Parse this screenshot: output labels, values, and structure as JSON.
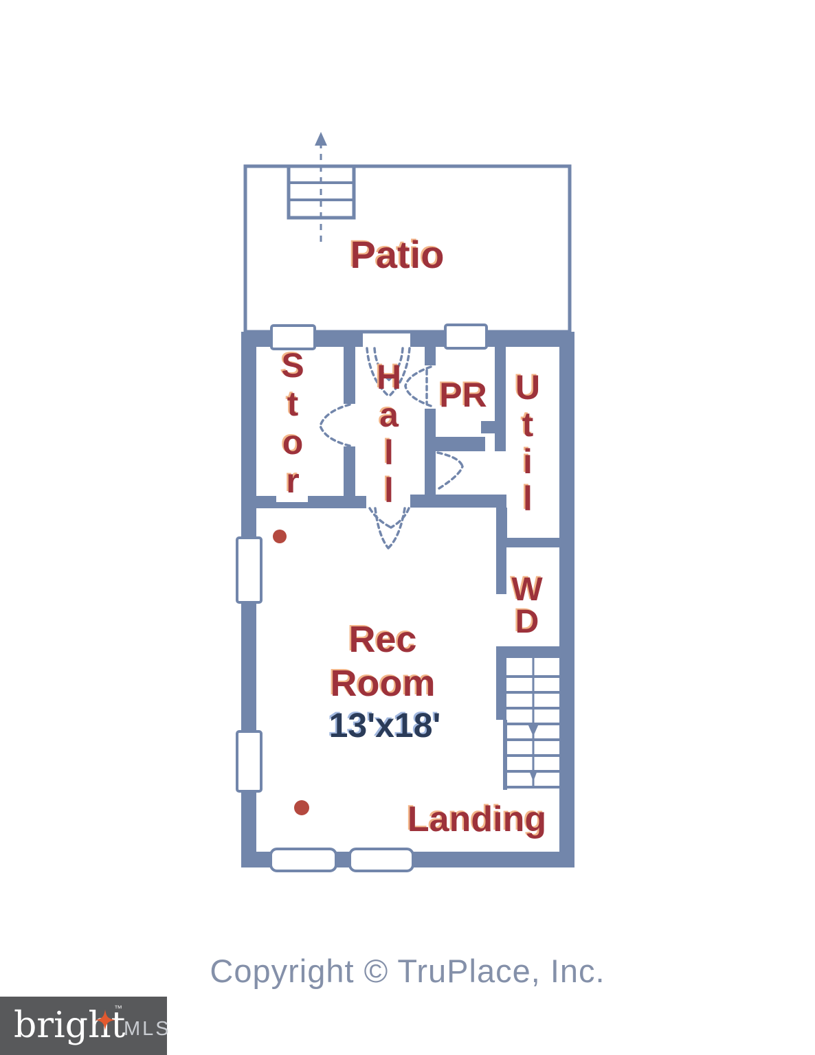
{
  "plan": {
    "patio_label": "Patio",
    "stor_label": "Stor",
    "hall_label": "Hall",
    "pr_label": "PR",
    "util_label": "Util",
    "wd_label": "WD",
    "rec_label_line1": "Rec",
    "rec_label_line2": "Room",
    "rec_dimension": "13'x18'",
    "landing_label": "Landing"
  },
  "footer": {
    "copyright": "Copyright © TruPlace, Inc."
  },
  "logo": {
    "brand": "bright",
    "tm": "™",
    "suffix": "MLS"
  },
  "colors": {
    "wall": "#7286ab",
    "room_label": "#9d333b",
    "room_label_highlight": "#f2b183",
    "dimension_text": "#2c3a59",
    "detector_dot": "#b4493f",
    "copyright_text": "#8490a9",
    "logo_background": "#58595b",
    "logo_star": "#e2592f",
    "logo_brand_text": "#ffffff",
    "logo_mls_text": "#c9ccd1"
  }
}
